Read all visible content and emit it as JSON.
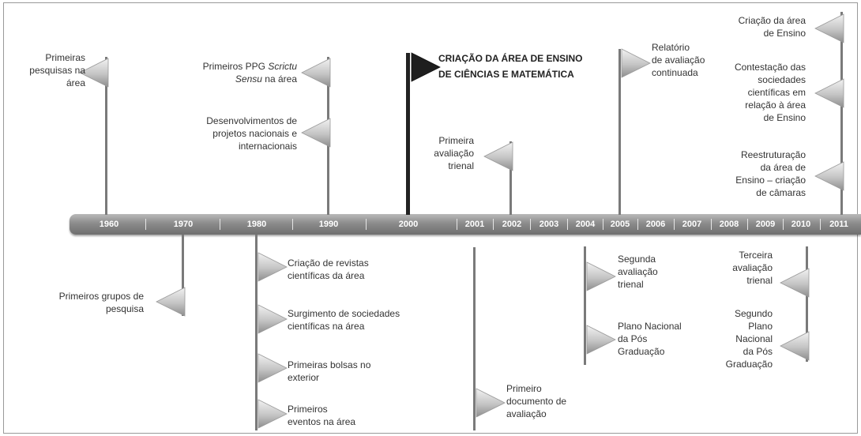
{
  "timeline": {
    "years": [
      "1960",
      "1970",
      "1980",
      "1990",
      "2000",
      "2001",
      "2002",
      "2003",
      "2004",
      "2005",
      "2006",
      "2007",
      "2008",
      "2009",
      "2010",
      "2011"
    ]
  },
  "events": [
    {
      "id": "e1",
      "lines": [
        "Primeiras",
        "pesquisas na",
        "área"
      ]
    },
    {
      "id": "e2",
      "parts": [
        [
          "Primeiros PPG ",
          ""
        ],
        [
          "Scrictu",
          "i"
        ]
      ],
      "parts2": [
        [
          "Sensu",
          "i"
        ],
        [
          " na área",
          ""
        ]
      ]
    },
    {
      "id": "e3",
      "lines": [
        "Desenvolvimentos de",
        "projetos nacionais e",
        "internacionais"
      ]
    },
    {
      "id": "e4",
      "lines": [
        "CRIAÇÃO DA ÁREA DE ENSINO",
        "DE CIÊNCIAS E MATEMÁTICA"
      ]
    },
    {
      "id": "e5",
      "lines": [
        "Primeira",
        "avaliação",
        "trienal"
      ]
    },
    {
      "id": "e6",
      "lines": [
        "Relatório",
        "de avaliação",
        "continuada"
      ]
    },
    {
      "id": "e7",
      "lines": [
        "Criação da área",
        "de Ensino"
      ]
    },
    {
      "id": "e8",
      "lines": [
        "Contestação das",
        "sociedades",
        "científicas em",
        "relação à área",
        "de Ensino"
      ]
    },
    {
      "id": "e9",
      "lines": [
        "Reestruturação",
        "da área de",
        "Ensino – criação",
        "de câmaras"
      ]
    },
    {
      "id": "e10",
      "lines": [
        "Primeiros grupos de",
        "pesquisa"
      ]
    },
    {
      "id": "e11",
      "lines": [
        "Criação de revistas",
        "científicas da área"
      ]
    },
    {
      "id": "e12",
      "lines": [
        "Surgimento de sociedades",
        "científicas na área"
      ]
    },
    {
      "id": "e13",
      "lines": [
        "Primeiras bolsas no",
        "exterior"
      ]
    },
    {
      "id": "e14",
      "lines": [
        "Primeiros",
        "eventos na área"
      ]
    },
    {
      "id": "e15",
      "lines": [
        "Primeiro",
        "documento de",
        "avaliação"
      ]
    },
    {
      "id": "e16",
      "lines": [
        "Segunda",
        "avaliação",
        "trienal"
      ]
    },
    {
      "id": "e17",
      "lines": [
        "Plano Nacional",
        "da Pós",
        "Graduação"
      ]
    },
    {
      "id": "e18",
      "lines": [
        "Terceira",
        "avaliação",
        "trienal"
      ]
    },
    {
      "id": "e19",
      "lines": [
        "Segundo",
        "Plano",
        "Nacional",
        "da Pós",
        "Graduação"
      ]
    }
  ]
}
